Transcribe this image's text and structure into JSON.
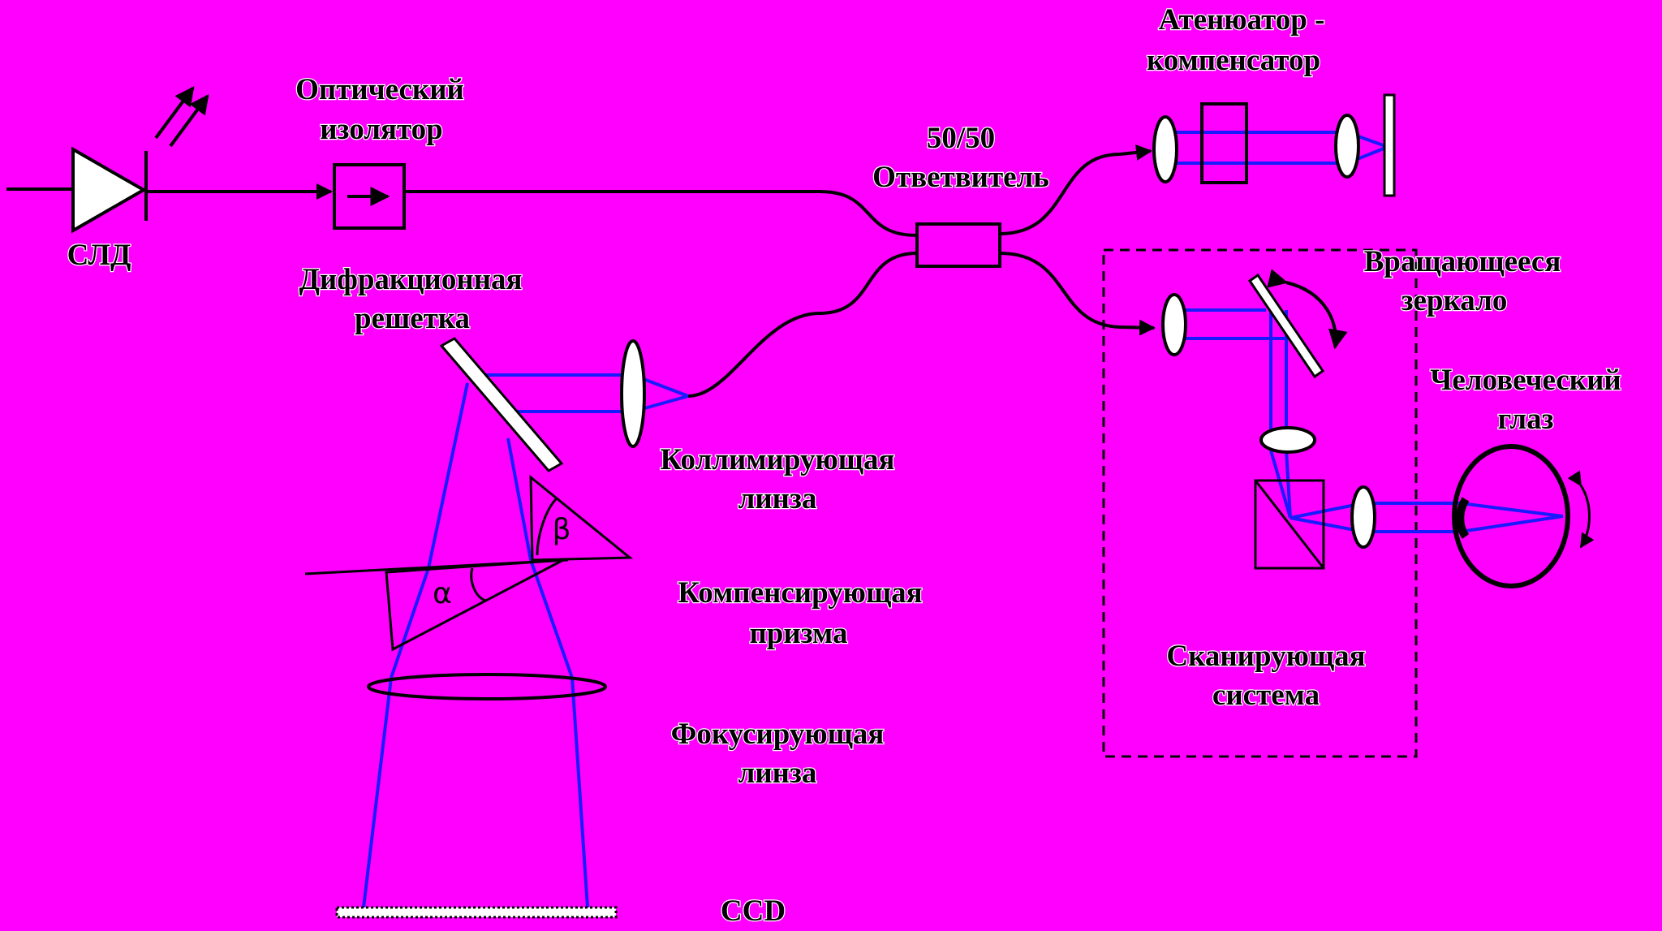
{
  "diagram": {
    "labels": {
      "sld": "СЛД",
      "isolator_1": "Оптический",
      "isolator_2": "изолятор",
      "coupler_1": "50/50",
      "coupler_2": "Ответвитель",
      "attenuator_1": "Атенюатор -",
      "attenuator_2": "компенсатор",
      "grating_1": "Дифракционная",
      "grating_2": "решетка",
      "mirror_1": "Вращающееся",
      "mirror_2": "зеркало",
      "eye_1": "Человеческий",
      "eye_2": "глаз",
      "collimating_1": "Коллимирующая",
      "collimating_2": "линза",
      "prism_1": "Компенсирующая",
      "prism_2": "призма",
      "focusing_1": "Фокусирующая",
      "focusing_2": "линза",
      "scanning_1": "Сканирующая",
      "scanning_2": "система",
      "ccd": "CCD",
      "alpha": "α",
      "beta": "β"
    },
    "colors": {
      "background": "#ff00ff",
      "beam": "#1a1aff",
      "fiber": "#000000",
      "lens_fill": "#ffffff",
      "label_outline": "#ffffff"
    }
  }
}
